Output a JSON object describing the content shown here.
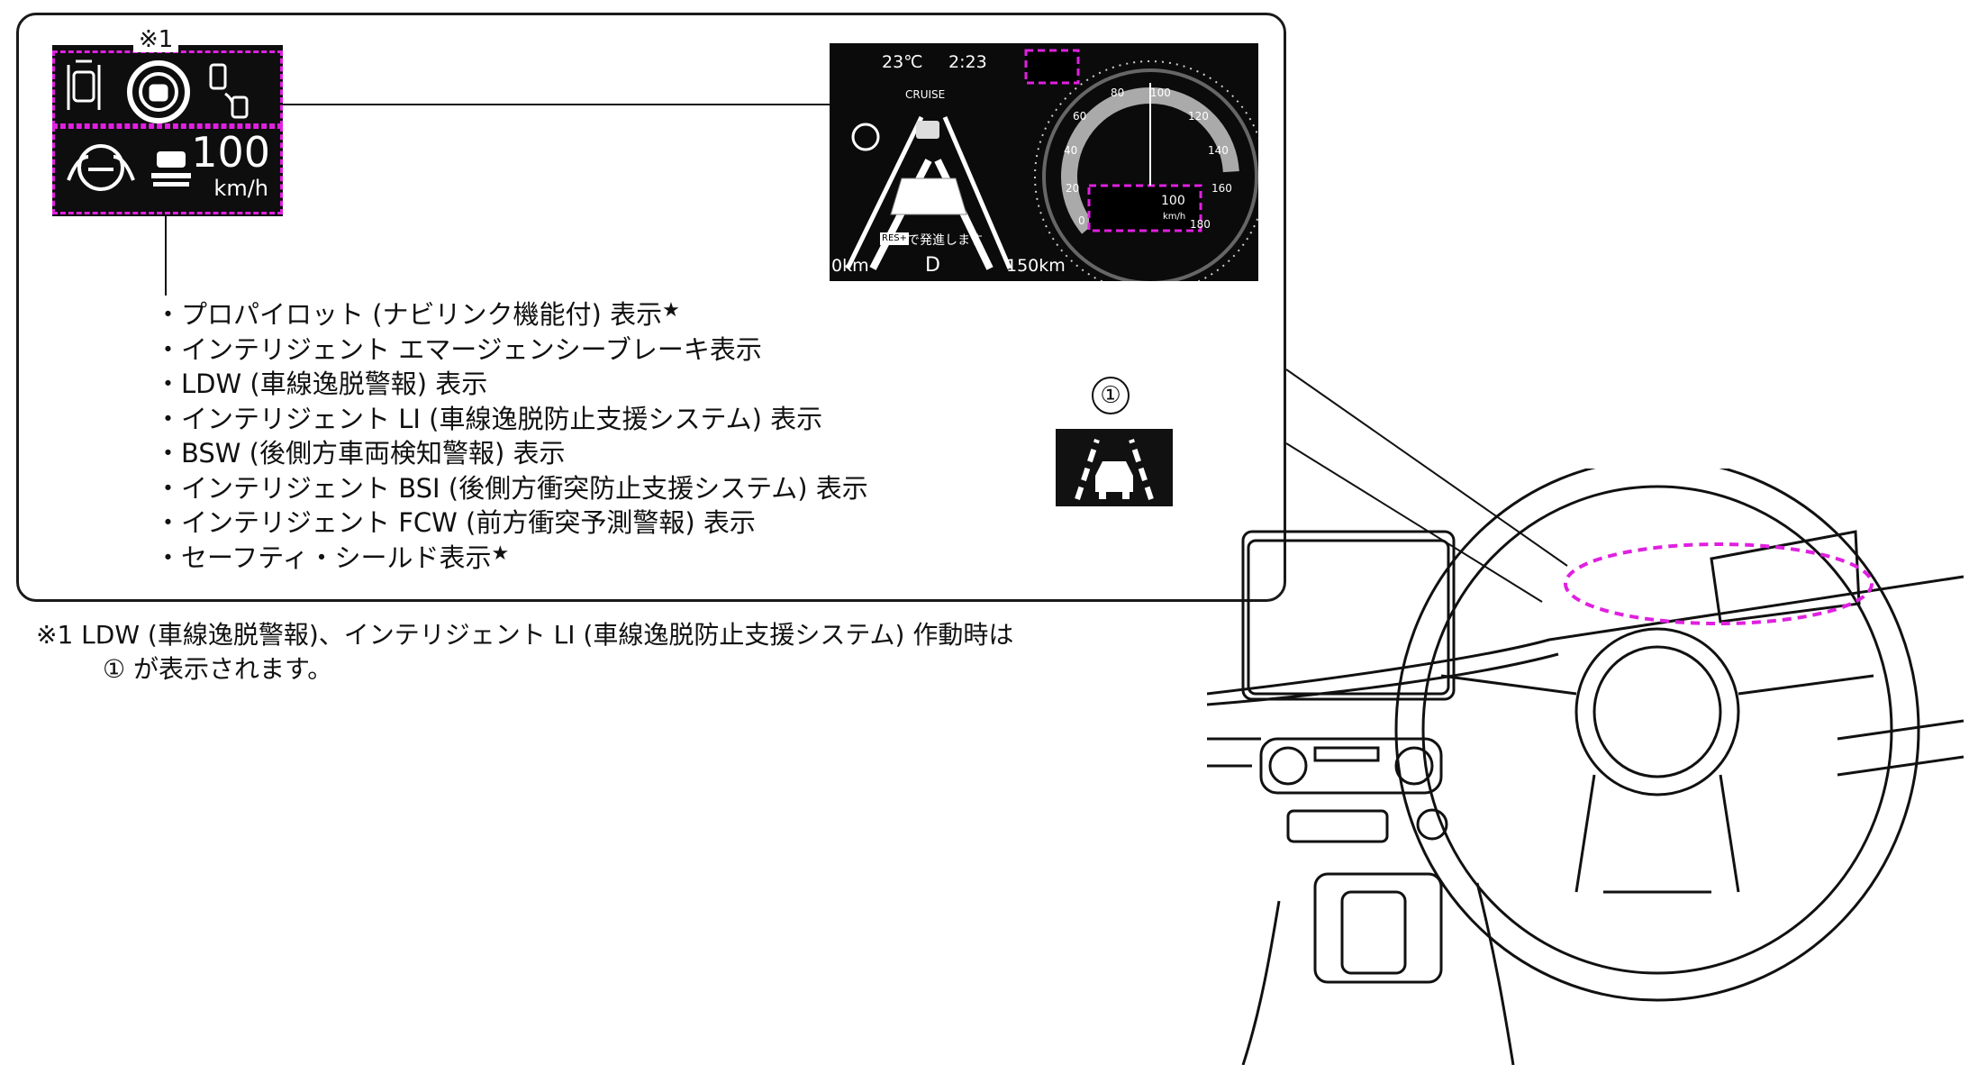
{
  "note_marker": "※1",
  "adas_panel": {
    "speed": "100",
    "unit": "km/h"
  },
  "cluster": {
    "temperature": "23℃",
    "time": "2:23",
    "mode": "CRUISE",
    "odometer_left": "0km",
    "gear": "D",
    "range": "150km",
    "resume_hint": "で発進します",
    "resume_button": "RES+",
    "speed_ticks": [
      "40",
      "60",
      "80",
      "100",
      "120",
      "140",
      "160",
      "180",
      "20",
      "0"
    ],
    "inset_speed": "100",
    "inset_unit": "km/h"
  },
  "displays": [
    {
      "label": "・プロパイロット (ナビリンク機能付) 表示",
      "star": "★"
    },
    {
      "label": "・インテリジェント エマージェンシーブレーキ表示",
      "star": ""
    },
    {
      "label": "・LDW (車線逸脱警報) 表示",
      "star": ""
    },
    {
      "label": "・インテリジェント LI (車線逸脱防止支援システム) 表示",
      "star": ""
    },
    {
      "label": "・BSW (後側方車両検知警報) 表示",
      "star": ""
    },
    {
      "label": "・インテリジェント BSI (後側方衝突防止支援システム) 表示",
      "star": ""
    },
    {
      "label": "・インテリジェント FCW (前方衝突予測警報) 表示",
      "star": ""
    },
    {
      "label": "・セーフティ・シールド表示",
      "star": "★"
    }
  ],
  "indicator_number": "①",
  "footnote": {
    "line1": "※1  LDW (車線逸脱警報)、インテリジェント LI (車線逸脱防止支援システム) 作動時は",
    "line2": "① が表示されます。"
  },
  "colors": {
    "highlight": "#e020e0",
    "panel": "#0e0e0e"
  }
}
